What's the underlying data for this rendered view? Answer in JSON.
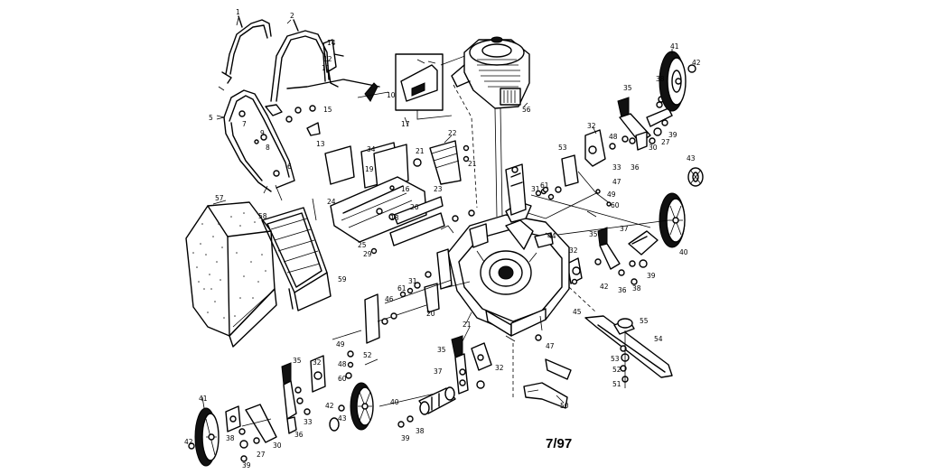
{
  "footer": {
    "date": "7/97"
  },
  "parts": {
    "handle": {
      "upper_left": "1",
      "upper_right": "2",
      "lower": "5",
      "bolt": "6",
      "knob": "7",
      "cable": "8",
      "clip": "9"
    },
    "controls": {
      "bail": "10",
      "control_a": "11",
      "control_b": "12",
      "spring": "13",
      "bracket": "14",
      "bolt": "15",
      "panel": "17"
    },
    "chute": {
      "door": "16",
      "rod": "18",
      "axle": "19",
      "frame": "20",
      "pin_a": "21",
      "pin_b": "21",
      "pin_c": "21",
      "cover": "22",
      "guide": "23",
      "shield": "24",
      "flap": "25",
      "bracket": "26",
      "screw": "29"
    },
    "adjusters": {
      "lever_tr": "35",
      "lever_mr": "35",
      "lever_ml": "35",
      "lever_bl": "35",
      "plate_tr": "32",
      "plate_mr": "32",
      "plate_ml": "32",
      "plate_bl": "32",
      "spring_tr": "33",
      "spring_bl": "33",
      "bolt_tr": "34",
      "washer_tr": "36",
      "washer_mr": "36",
      "washer_bl": "36",
      "axle_r": "37",
      "axle_b": "37"
    },
    "wheels": {
      "wheel_tr": "41",
      "wheel_mr": "40",
      "wheel_bm": "40",
      "wheel_bl": "41",
      "cap_tr": "42",
      "cap_mr": "42",
      "cap_bm": "42",
      "cap_bl": "42",
      "hub_mr": "43",
      "hub_bm": "43",
      "nut_tr": "39",
      "nut_mr": "39",
      "nut_bm": "39",
      "nut_bl": "39",
      "washer_tr": "38",
      "washer_mr": "38",
      "washer_bm": "38",
      "washer_bl": "38",
      "spacer_tr": "27",
      "spacer_bl": "27",
      "bolt_tr": "30",
      "bolt_bl": "30",
      "screw_r": "31",
      "screw_l": "31"
    },
    "deck": {
      "deck": "45",
      "bracket_r": "53",
      "bracket_l": "52",
      "washer_r": "48",
      "washer_l": "48",
      "bolt_r": "49",
      "bolt_l": "49",
      "plate_r": "60",
      "plate_l": "60",
      "screw_r": "61",
      "screw_l": "61",
      "nut_r": "47",
      "nut_l": "47",
      "knob": "44",
      "label": "46",
      "guard": "50"
    },
    "blade": {
      "adapter": "55",
      "blade": "54",
      "washer": "52",
      "bolt": "53",
      "lock": "51"
    },
    "engine": {
      "engine": "56"
    },
    "bag": {
      "bag": "57",
      "frame": "58",
      "liner": "59"
    }
  }
}
